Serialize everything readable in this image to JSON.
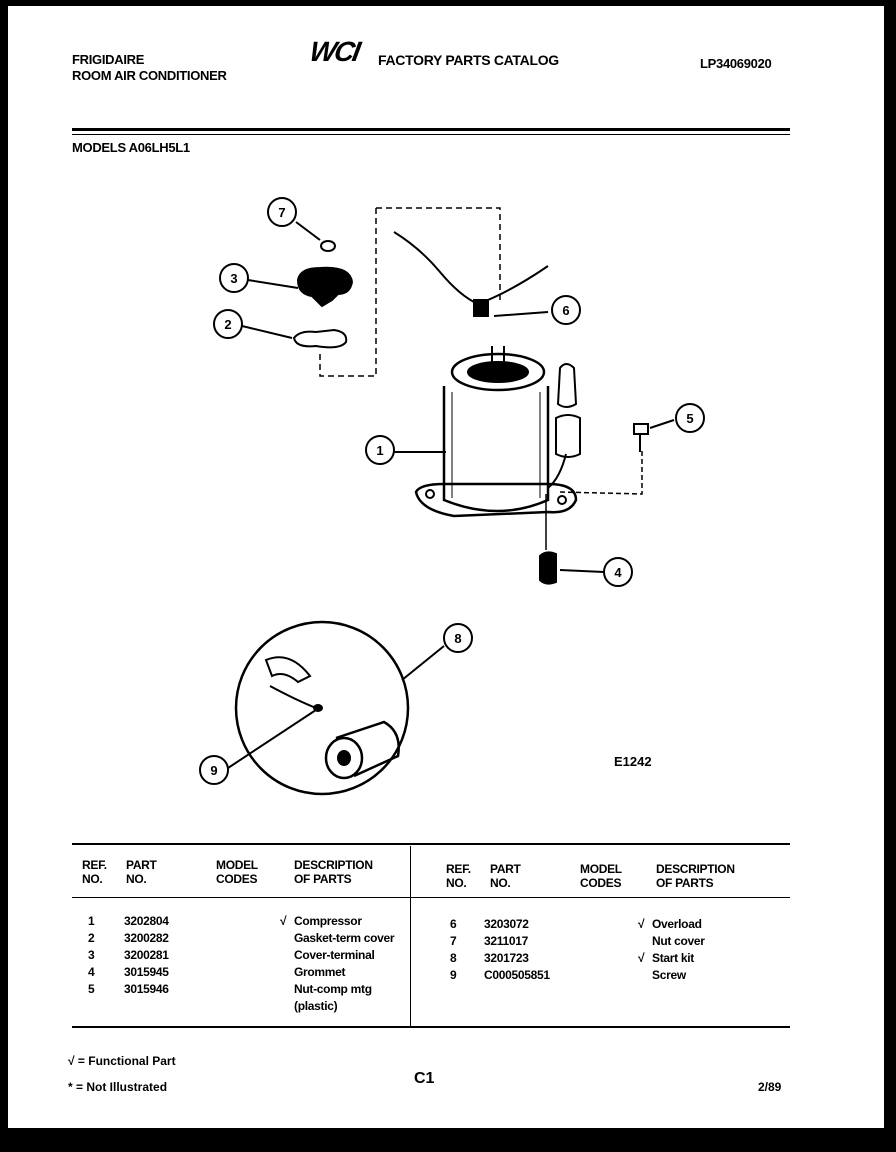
{
  "header": {
    "brand_line1": "FRIGIDAIRE",
    "brand_line2": "ROOM AIR CONDITIONER",
    "logo": "WCI",
    "catalog_title": "FACTORY PARTS CATALOG",
    "doc_number": "LP34069020",
    "models": "MODELS A06LH5L1"
  },
  "diagram": {
    "callouts": [
      "7",
      "3",
      "2",
      "6",
      "5",
      "1",
      "4",
      "8",
      "9"
    ],
    "code": "E1242"
  },
  "table": {
    "headers": {
      "ref": [
        "REF.",
        "NO."
      ],
      "part": [
        "PART",
        "NO."
      ],
      "model": [
        "MODEL",
        "CODES"
      ],
      "desc": [
        "DESCRIPTION",
        "OF PARTS"
      ]
    },
    "left_rows": [
      {
        "ref": "1",
        "part": "3202804",
        "check": "√",
        "desc": "Compressor"
      },
      {
        "ref": "2",
        "part": "3200282",
        "check": "",
        "desc": "Gasket-term cover"
      },
      {
        "ref": "3",
        "part": "3200281",
        "check": "",
        "desc": "Cover-terminal"
      },
      {
        "ref": "4",
        "part": "3015945",
        "check": "",
        "desc": "Grommet"
      },
      {
        "ref": "5",
        "part": "3015946",
        "check": "",
        "desc": "Nut-comp mtg\n(plastic)"
      }
    ],
    "right_rows": [
      {
        "ref": "6",
        "part": "3203072",
        "check": "√",
        "desc": "Overload"
      },
      {
        "ref": "7",
        "part": "3211017",
        "check": "",
        "desc": "Nut cover"
      },
      {
        "ref": "8",
        "part": "3201723",
        "check": "√",
        "desc": "Start kit"
      },
      {
        "ref": "9",
        "part": "C000505851",
        "check": "",
        "desc": "Screw"
      }
    ]
  },
  "footer": {
    "legend_functional": "√ = Functional Part",
    "legend_not_illustrated": "* = Not Illustrated",
    "page_code": "C1",
    "date": "2/89"
  }
}
